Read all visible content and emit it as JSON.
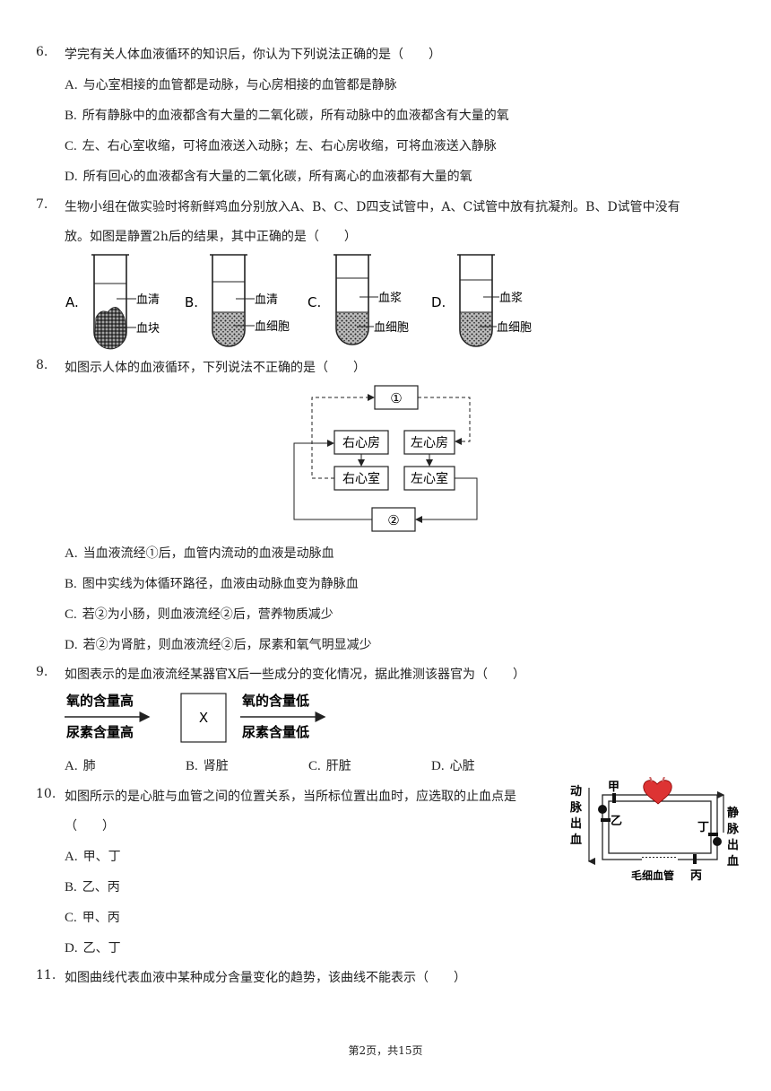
{
  "q6": {
    "num": "6.",
    "stem": "学完有关人体血液循环的知识后，你认为下列说法正确的是（　　）",
    "options": [
      {
        "label": "A.",
        "text": "与心室相接的血管都是动脉，与心房相接的血管都是静脉"
      },
      {
        "label": "B.",
        "text": "所有静脉中的血液都含有大量的二氧化碳，所有动脉中的血液都含有大量的氧"
      },
      {
        "label": "C.",
        "text": "左、右心室收缩，可将血液送入动脉；左、右心房收缩，可将血液送入静脉"
      },
      {
        "label": "D.",
        "text": "所有回心的血液都含有大量的二氧化碳，所有离心的血液都有大量的氧"
      }
    ]
  },
  "q7": {
    "num": "7.",
    "stem_line1": "生物小组在做实验时将新鲜鸡血分别放入A、B、C、D四支试管中，A、C试管中放有抗凝剂。B、D试管中没有",
    "stem_line2": "放。如图是静置2h后的结果，其中正确的是（　　）",
    "tubes": [
      {
        "label": "A.",
        "top": "血清",
        "bottom": "血块"
      },
      {
        "label": "B.",
        "top": "血清",
        "bottom": "血细胞"
      },
      {
        "label": "C.",
        "top": "血浆",
        "bottom": "血细胞"
      },
      {
        "label": "D.",
        "top": "血浆",
        "bottom": "血细胞"
      }
    ]
  },
  "q8": {
    "num": "8.",
    "stem": "如图示人体的血液循环，下列说法不正确的是（　　）",
    "diagram": {
      "node1": "①",
      "node2": "②",
      "right_atrium": "右心房",
      "left_atrium": "左心房",
      "right_ventricle": "右心室",
      "left_ventricle": "左心室"
    },
    "options": [
      {
        "label": "A.",
        "text": "当血液流经①后，血管内流动的血液是动脉血"
      },
      {
        "label": "B.",
        "text": "图中实线为体循环路径，血液由动脉血变为静脉血"
      },
      {
        "label": "C.",
        "text": "若②为小肠，则血液流经②后，营养物质减少"
      },
      {
        "label": "D.",
        "text": "若②为肾脏，则血液流经②后，尿素和氧气明显减少"
      }
    ]
  },
  "q9": {
    "num": "9.",
    "stem": "如图表示的是血液流经某器官X后一些成分的变化情况，据此推测该器官为（　　）",
    "diagram": {
      "left_top": "氧的含量高",
      "left_bottom": "尿素含量高",
      "box": "X",
      "right_top": "氧的含量低",
      "right_bottom": "尿素含量低"
    },
    "options": [
      {
        "label": "A.",
        "text": "肺"
      },
      {
        "label": "B.",
        "text": "肾脏"
      },
      {
        "label": "C.",
        "text": "肝脏"
      },
      {
        "label": "D.",
        "text": "心脏"
      }
    ]
  },
  "q10": {
    "num": "10.",
    "stem_line1": "如图所示的是心脏与血管之间的位置关系，当所标位置出血时，应选取的止血点是",
    "stem_line2": "（　　）",
    "diagram": {
      "artery_bleed": [
        "动",
        "脉",
        "出",
        "血"
      ],
      "vein_bleed": [
        "静",
        "脉",
        "出",
        "血"
      ],
      "jia": "甲",
      "yi": "乙",
      "bing": "丙",
      "ding": "丁",
      "capillary": "毛细血管"
    },
    "options": [
      {
        "label": "A.",
        "text": "甲、丁"
      },
      {
        "label": "B.",
        "text": "乙、丙"
      },
      {
        "label": "C.",
        "text": "甲、丙"
      },
      {
        "label": "D.",
        "text": "乙、丁"
      }
    ]
  },
  "q11": {
    "num": "11.",
    "stem": "如图曲线代表血液中某种成分含量变化的趋势，该曲线不能表示（　　）"
  },
  "footer": "第2页，共15页"
}
